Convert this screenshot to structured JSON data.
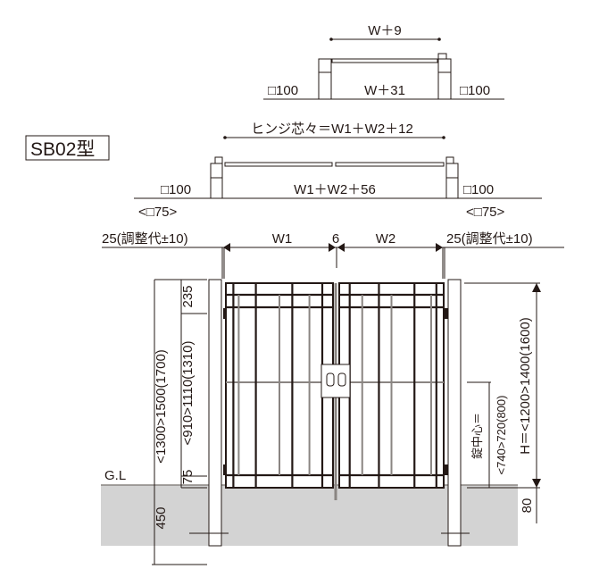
{
  "model_label": "SB02型",
  "single_plan": {
    "top_dim": "W＋9",
    "post_left": "□100",
    "width_dim": "W＋31",
    "post_right": "□100"
  },
  "double_plan": {
    "hinge_dim": "ヒンジ芯々＝W1＋W2＋12",
    "post_left": "□100",
    "width_dim": "W1＋W2＋56",
    "post_right": "□100",
    "alt_post_left": "<□75>",
    "alt_post_right": "<□75>"
  },
  "elevation": {
    "adjust_left": "25(調整代±10)",
    "w1": "W1",
    "gap": "6",
    "w2": "W2",
    "adjust_right": "25(調整代±10)",
    "gl": "G.L",
    "post_height": "<1300>1500(1700)",
    "top_offset": "235",
    "mid_height": "<910>1110(1310)",
    "bottom_offset": "75",
    "embed_depth": "450",
    "lock_center_label": "錠中心＝",
    "lock_center_value": "<740>720(800)",
    "gate_height": "H＝<1200>1400(1600)",
    "ground_clearance": "80"
  }
}
